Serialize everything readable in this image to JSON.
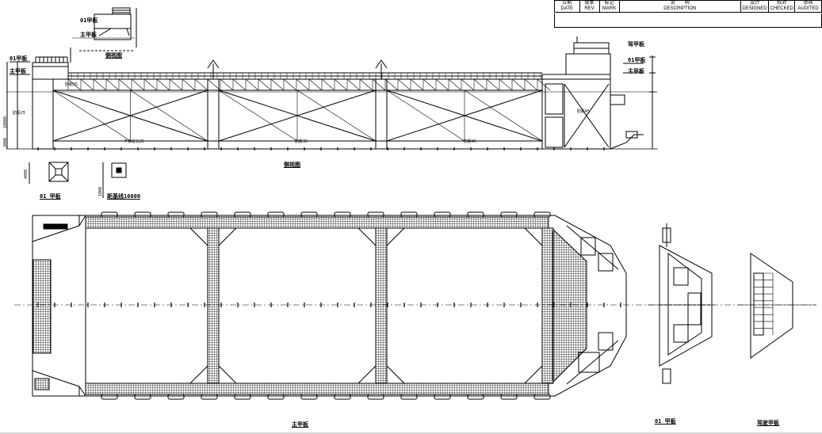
{
  "title_block": {
    "columns": [
      {
        "zh": "日期",
        "en": "DATE"
      },
      {
        "zh": "版本",
        "en": "REV"
      },
      {
        "zh": "标记",
        "en": "MARK"
      },
      {
        "zh": "说　　明",
        "en": "DESCRIPTION"
      },
      {
        "zh": "设计",
        "en": "DESIGNED"
      },
      {
        "zh": "校对",
        "en": "CHECKED"
      },
      {
        "zh": "审核",
        "en": "AUDITED"
      }
    ]
  },
  "views": {
    "side_view_title": "侧视图",
    "main_deck_title": "主甲板",
    "deck01_title": "01 甲板",
    "bridge_deck_title": "驾驶甲板"
  },
  "side_view_labels": {
    "deck01_left": "01甲板",
    "main_deck_left": "主甲板",
    "bridge_deck_right": "驾甲板",
    "deck01_right": "01甲板",
    "main_deck_right": "主甲板",
    "height_dim": "10000",
    "lower_dim": "2000",
    "rib_left": "肋距25",
    "rib_mid": "肋距35",
    "rib_right": "肋距45",
    "bottom_left": "平板船长25",
    "bottom_mid": "肋距35",
    "bottom_right": "肋距45"
  },
  "insets": {
    "top_inset_label": "01甲板",
    "top_inset_sub": "主甲板",
    "inset_a_label": "01 甲板",
    "inset_b_label": "距基线16000",
    "dim_a": "4000",
    "dim_b": "1000"
  }
}
